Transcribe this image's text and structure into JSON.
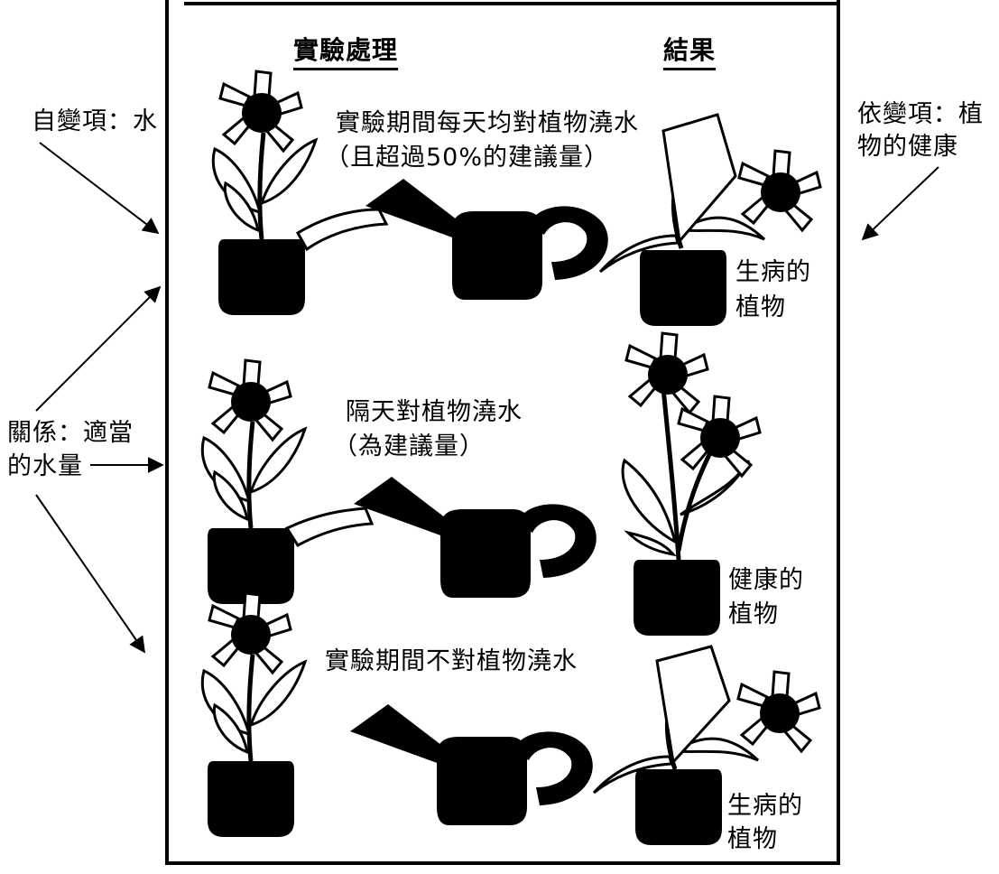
{
  "headers": {
    "treatment": "實驗處理",
    "result": "結果"
  },
  "left_labels": {
    "independent": "自變項：水",
    "relation_line1": "關係：適當",
    "relation_line2": "的水量"
  },
  "right_labels": {
    "dependent_line1": "依變項：植",
    "dependent_line2": "物的健康"
  },
  "rows": [
    {
      "treatment_line1": "實驗期間每天均對植物澆水",
      "treatment_line2": "（且超過50%的建議量）",
      "result_line1": "生病的",
      "result_line2": "植物"
    },
    {
      "treatment_line1": "隔天對植物澆水",
      "treatment_line2": "（為建議量）",
      "result_line1": "健康的",
      "result_line2": "植物"
    },
    {
      "treatment_line1": "實驗期間不對植物澆水",
      "treatment_line2": "",
      "result_line1": "生病的",
      "result_line2": "植物"
    }
  ],
  "icons": [
    "flower-pot-icon",
    "watering-can-icon",
    "wilted-plant-icon",
    "healthy-plant-icon",
    "arrow-icon"
  ]
}
